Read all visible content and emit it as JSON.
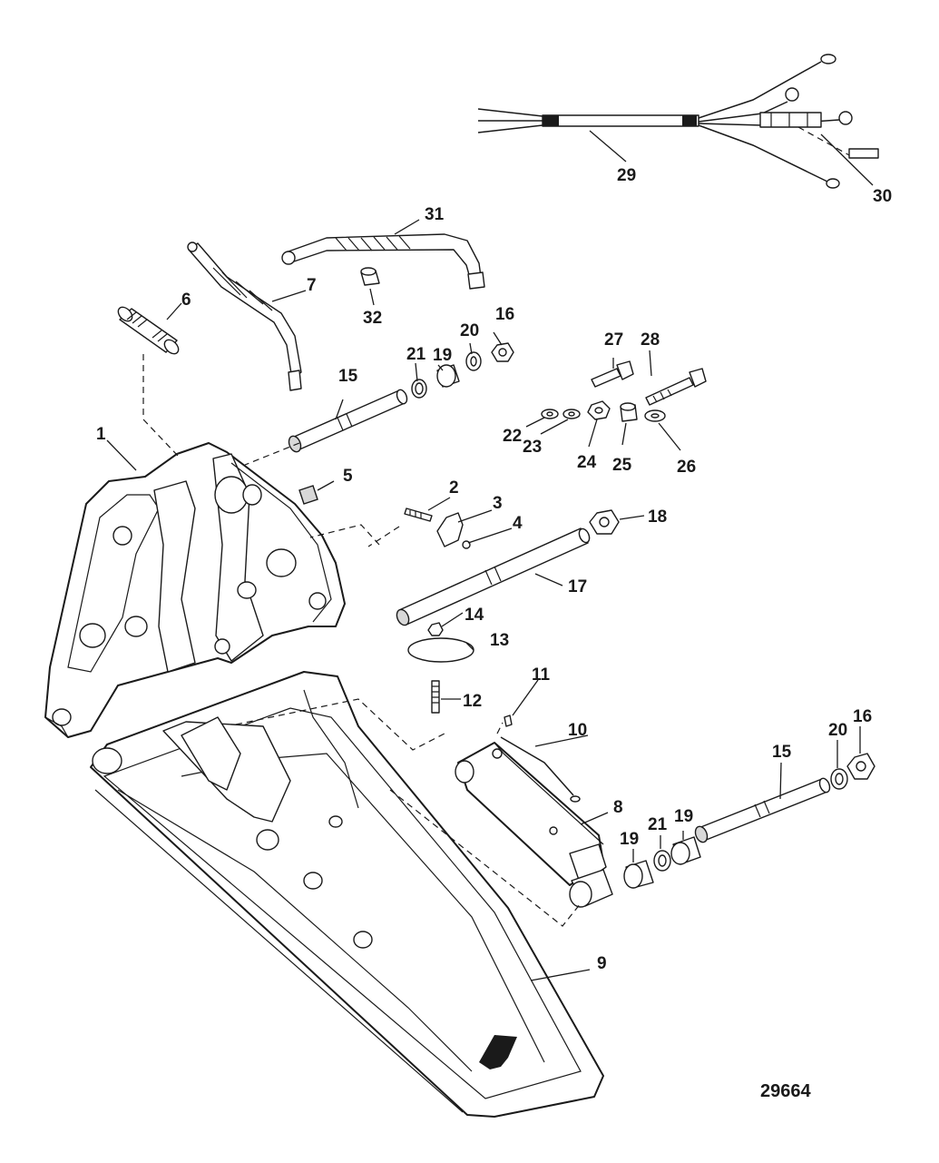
{
  "diagram": {
    "figure_number": "29664",
    "callouts": {
      "c1": "1",
      "c2": "2",
      "c3": "3",
      "c4": "4",
      "c5": "5",
      "c6": "6",
      "c7": "7",
      "c8": "8",
      "c9": "9",
      "c10": "10",
      "c11": "11",
      "c12": "12",
      "c13": "13",
      "c14": "14",
      "c15a": "15",
      "c15b": "15",
      "c16a": "16",
      "c16b": "16",
      "c17": "17",
      "c18": "18",
      "c19a": "19",
      "c19b": "19",
      "c19c": "19",
      "c20a": "20",
      "c20b": "20",
      "c21a": "21",
      "c21b": "21",
      "c22": "22",
      "c23": "23",
      "c24": "24",
      "c25": "25",
      "c26": "26",
      "c27": "27",
      "c28": "28",
      "c29": "29",
      "c30": "30",
      "c31": "31",
      "c32": "32"
    }
  }
}
